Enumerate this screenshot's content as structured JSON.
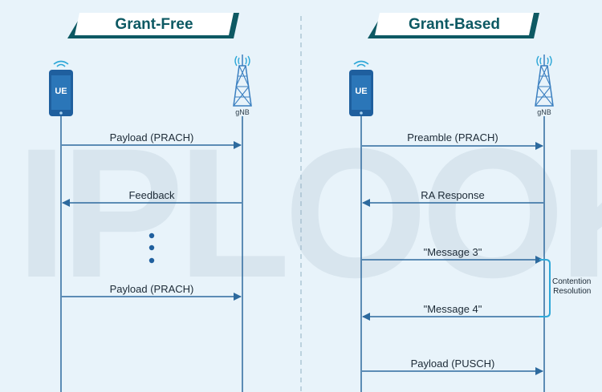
{
  "watermark": "IPLOOK",
  "panels": [
    {
      "title": "Grant-Free",
      "ue_label": "UE",
      "gnb_label": "gNB",
      "messages": [
        {
          "label": "Payload (PRACH)",
          "direction": "to-gnb"
        },
        {
          "label": "Feedback",
          "direction": "to-ue"
        },
        {
          "label": "Payload (PRACH)",
          "direction": "to-gnb"
        }
      ]
    },
    {
      "title": "Grant-Based",
      "ue_label": "UE",
      "gnb_label": "gNB",
      "messages": [
        {
          "label": "Preamble (PRACH)",
          "direction": "to-gnb"
        },
        {
          "label": "RA Response",
          "direction": "to-ue"
        },
        {
          "label": "\"Message 3\"",
          "direction": "to-gnb"
        },
        {
          "label": "\"Message 4\"",
          "direction": "to-ue"
        },
        {
          "label": "Payload (PUSCH)",
          "direction": "to-gnb"
        }
      ],
      "bracket_label_line1": "Contention",
      "bracket_label_line2": "Resolution"
    }
  ],
  "colors": {
    "background": "#e8f3fa",
    "banner_dark": "#0d5963",
    "arrow": "#2d6a9e",
    "lifeline": "#2d6a9e",
    "bracket": "#2fa8d8",
    "phone": "#1f5f9e",
    "tower": "#3a7fc0"
  }
}
